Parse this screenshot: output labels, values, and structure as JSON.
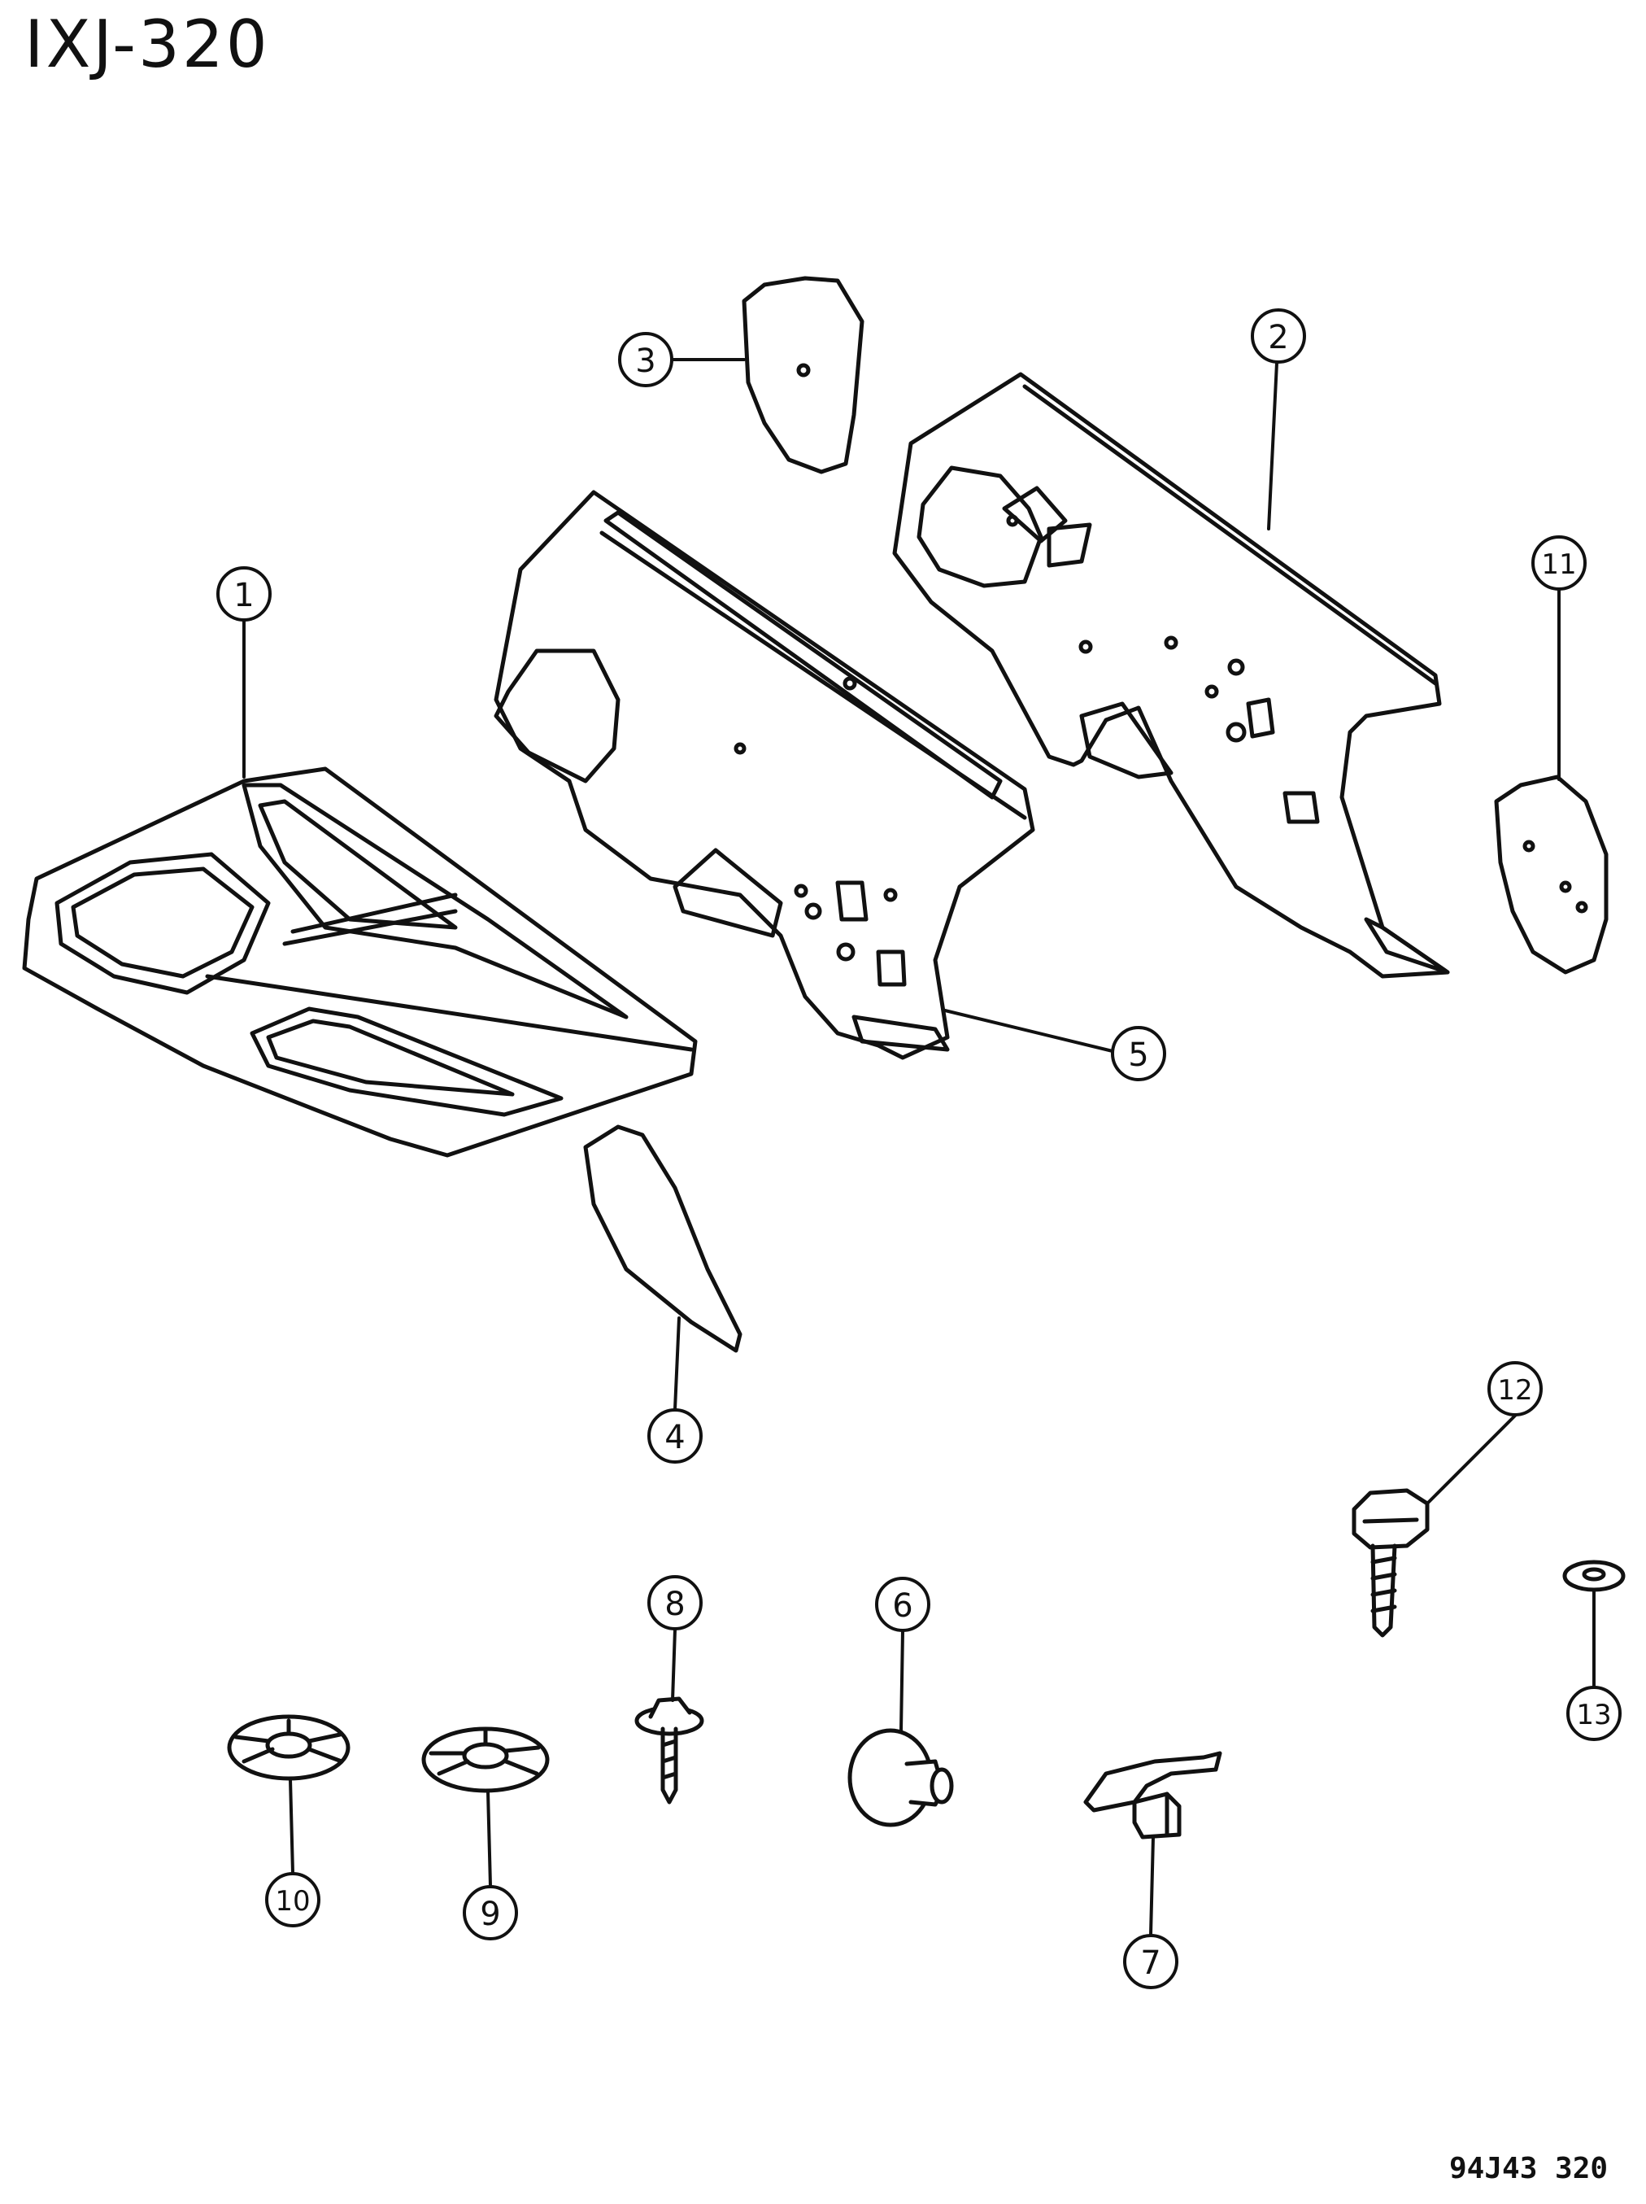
{
  "header": {
    "title": "IXJ-320"
  },
  "footer": {
    "code": "94J43 320"
  },
  "callouts": [
    "1",
    "2",
    "3",
    "4",
    "5",
    "6",
    "7",
    "8",
    "9",
    "10",
    "11",
    "12",
    "13"
  ]
}
